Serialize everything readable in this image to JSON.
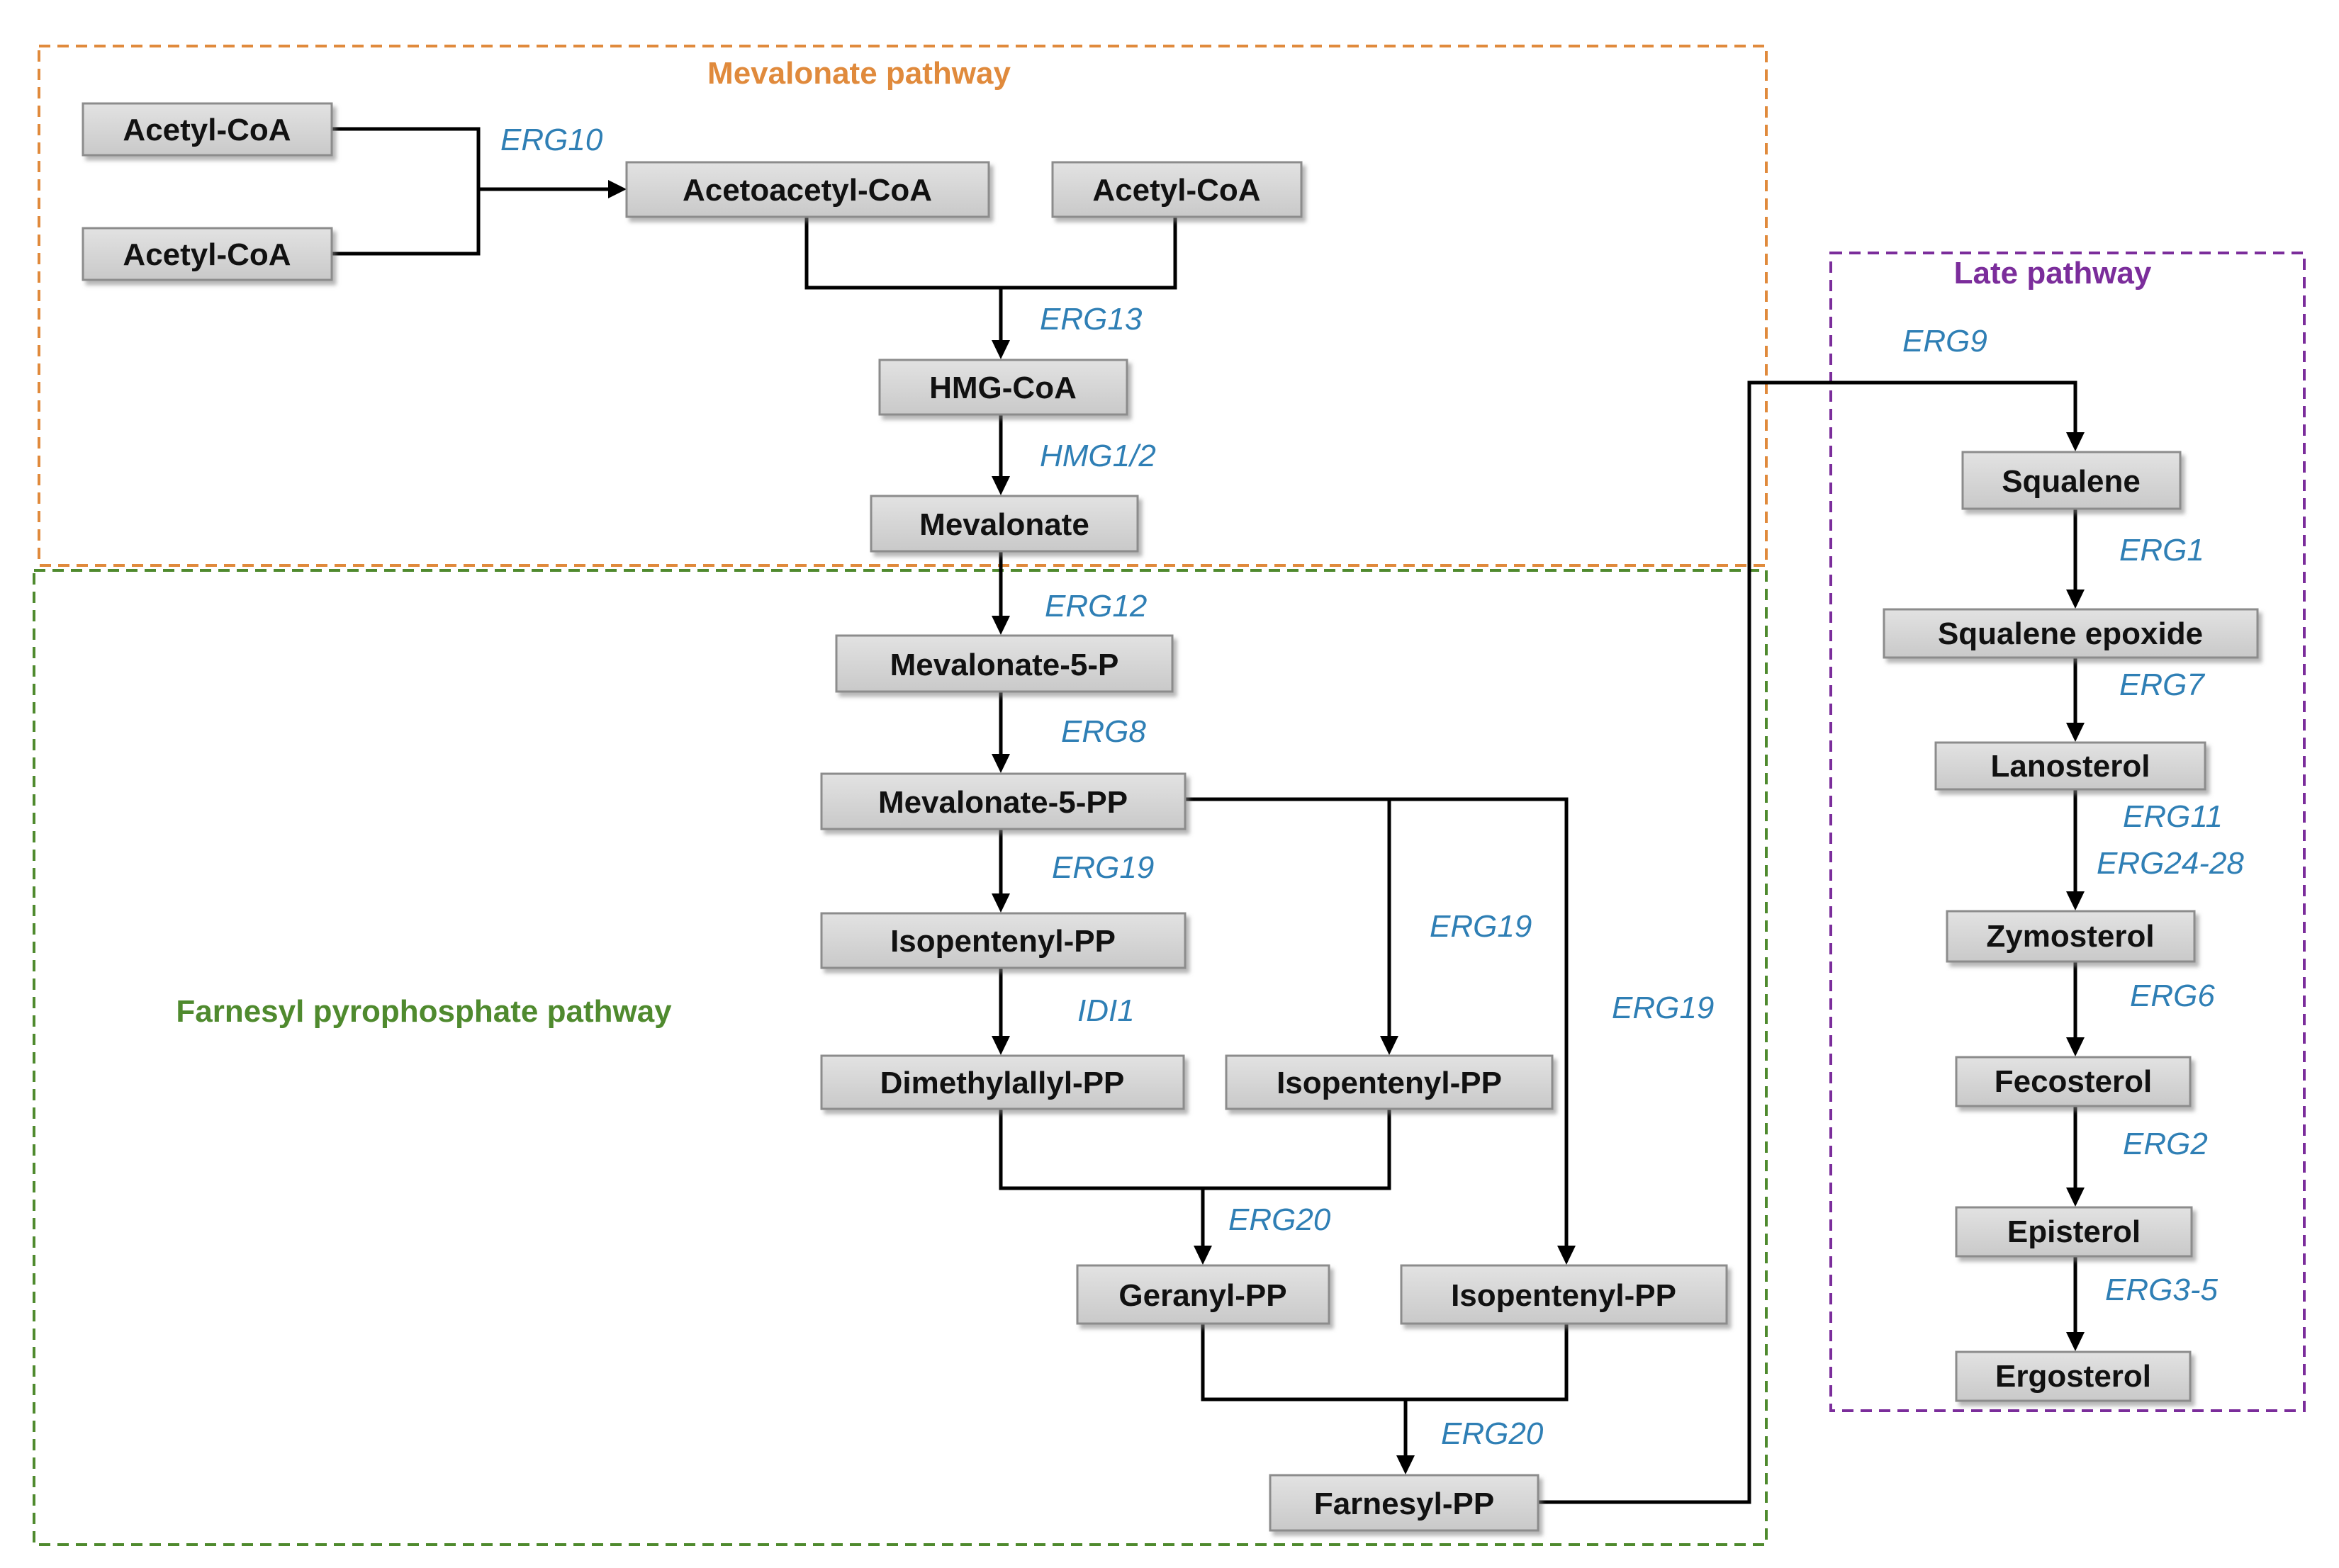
{
  "colors": {
    "mevalonate": "#e08a3c",
    "farnesyl": "#4f8a2e",
    "late": "#7b2d9b",
    "enzyme": "#2f7fb5",
    "node_fill": "#d4d4d4",
    "node_border": "#8c8c8c"
  },
  "regions": {
    "mevalonate": "Mevalonate pathway",
    "farnesyl": "Farnesyl pyrophosphate pathway",
    "late": "Late pathway"
  },
  "nodes": {
    "acetyl_coa_1": "Acetyl-CoA",
    "acetyl_coa_2": "Acetyl-CoA",
    "acetoacetyl_coa": "Acetoacetyl-CoA",
    "acetyl_coa_3": "Acetyl-CoA",
    "hmg_coa": "HMG-CoA",
    "mevalonate": "Mevalonate",
    "mevalonate_5p": "Mevalonate-5-P",
    "mevalonate_5pp": "Mevalonate-5-PP",
    "isopentenyl_pp_1": "Isopentenyl-PP",
    "dimethylallyl_pp": "Dimethylallyl-PP",
    "isopentenyl_pp_2": "Isopentenyl-PP",
    "geranyl_pp": "Geranyl-PP",
    "isopentenyl_pp_3": "Isopentenyl-PP",
    "farnesyl_pp": "Farnesyl-PP",
    "squalene": "Squalene",
    "squalene_epoxide": "Squalene epoxide",
    "lanosterol": "Lanosterol",
    "zymosterol": "Zymosterol",
    "fecosterol": "Fecosterol",
    "episterol": "Episterol",
    "ergosterol": "Ergosterol"
  },
  "enzymes": {
    "erg10": "ERG10",
    "erg13": "ERG13",
    "hmg": "HMG1/2",
    "erg12": "ERG12",
    "erg8": "ERG8",
    "erg19_a": "ERG19",
    "erg19_b": "ERG19",
    "erg19_c": "ERG19",
    "idi1": "IDI1",
    "erg20_a": "ERG20",
    "erg20_b": "ERG20",
    "erg9": "ERG9",
    "erg1": "ERG1",
    "erg7": "ERG7",
    "erg11": "ERG11",
    "erg24_28": "ERG24-28",
    "erg6": "ERG6",
    "erg2": "ERG2",
    "erg3_5": "ERG3-5"
  }
}
